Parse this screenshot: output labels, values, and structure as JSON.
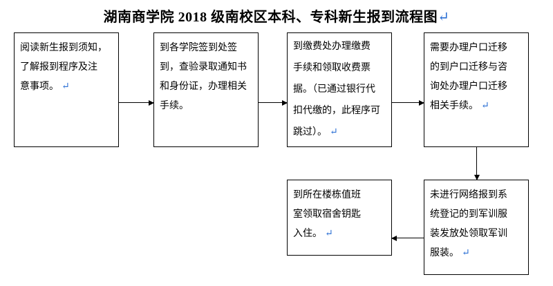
{
  "title": {
    "text": "湖南商学院 2018 级南校区本科、专科新生报到流程图",
    "mark": "↵"
  },
  "diagram": {
    "type": "flowchart",
    "nodes": [
      {
        "id": "n1",
        "lines": [
          "阅读新生报到须知，",
          "了解报到程序及注",
          "意事项。"
        ],
        "mark": "↵"
      },
      {
        "id": "n2",
        "lines": [
          "到各学院签到处签",
          "到，查验录取通知书",
          "和身份证，办理相关",
          "手续。"
        ],
        "mark": ""
      },
      {
        "id": "n3",
        "lines": [
          "到缴费处办理缴费",
          "手续和领取收费票",
          "据。（已通过银行代",
          "扣代缴的，此程序可",
          "跳过）。"
        ],
        "mark": "↵"
      },
      {
        "id": "n4",
        "lines": [
          "需要办理户口迁移",
          "的到户口迁移与咨",
          "询处办理户口迁移",
          "相关手续。"
        ],
        "mark": "↵"
      },
      {
        "id": "n5",
        "lines": [
          "未进行网络报到系",
          "统登记的到军训服",
          "装发放处领取军训",
          "服装。"
        ],
        "mark": "↵"
      },
      {
        "id": "n6",
        "lines": [
          "到所在楼栋值班",
          "室领取宿舍钥匙",
          "入住。"
        ],
        "mark": "↵"
      }
    ],
    "edges": [
      {
        "from": "n1",
        "to": "n2",
        "direction": "right"
      },
      {
        "from": "n2",
        "to": "n3",
        "direction": "right"
      },
      {
        "from": "n3",
        "to": "n4",
        "direction": "right"
      },
      {
        "from": "n4",
        "to": "n5",
        "direction": "down"
      },
      {
        "from": "n5",
        "to": "n6",
        "direction": "left"
      }
    ],
    "colors": {
      "line": "#000000",
      "box_border": "#000000",
      "text": "#000000",
      "mark": "#2b6fd4",
      "background": "#ffffff"
    }
  }
}
